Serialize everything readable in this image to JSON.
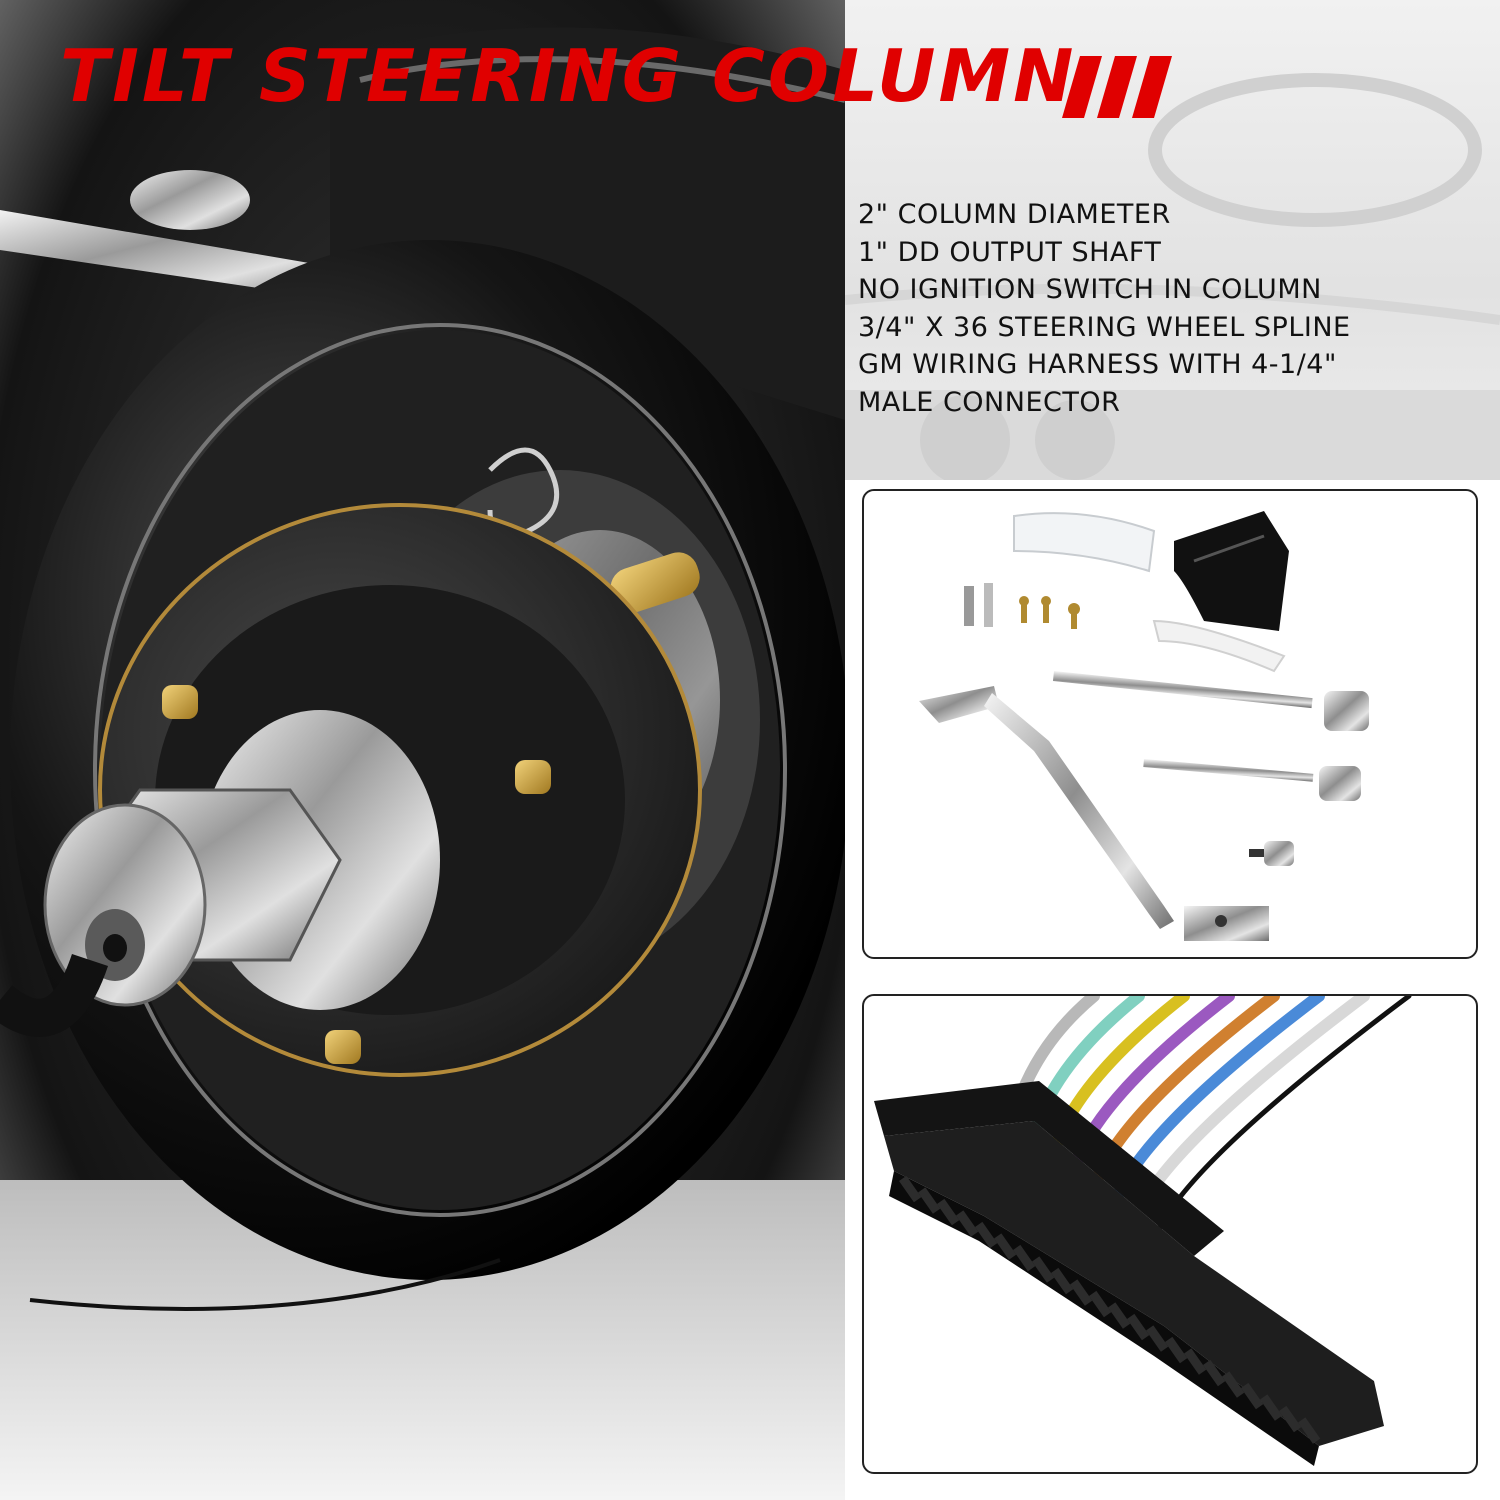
{
  "header": {
    "title": "TILT STEERING COLUMN",
    "accent_color": "#e00000"
  },
  "specs": {
    "items": [
      "2\" COLUMN DIAMETER",
      "1\" DD OUTPUT SHAFT",
      "NO IGNITION SWITCH IN COLUMN",
      "3/4\" X 36 STEERING WHEEL SPLINE",
      "GM WIRING HARNESS WITH 4-1/4\"",
      "MALE CONNECTOR"
    ]
  },
  "harness": {
    "wire_colors": [
      "#b8b8b8",
      "#80d0c0",
      "#d8c020",
      "#9b59c0",
      "#d08030",
      "#4a8ad8",
      "#d8d8d8",
      "#111111"
    ]
  },
  "icons": [
    "slash-marks-icon"
  ]
}
